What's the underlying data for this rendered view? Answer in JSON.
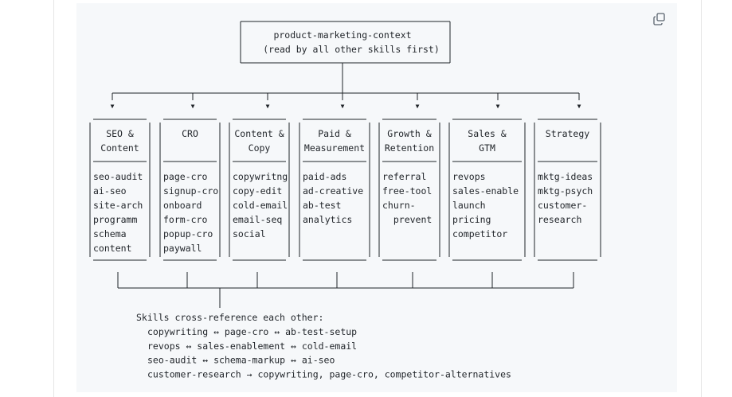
{
  "root": {
    "line1": "product-marketing-context",
    "line2": "(read by all other skills first)"
  },
  "categories": [
    {
      "title": [
        "SEO &",
        "Content"
      ],
      "skills": [
        "seo-audit",
        "ai-seo",
        "site-arch",
        "programm",
        "schema",
        "content"
      ]
    },
    {
      "title": [
        "CRO",
        ""
      ],
      "skills": [
        "page-cro",
        "signup-cro",
        "onboard",
        "form-cro",
        "popup-cro",
        "paywall"
      ]
    },
    {
      "title": [
        "Content &",
        "Copy"
      ],
      "skills": [
        "copywritng",
        "copy-edit",
        "cold-email",
        "email-seq",
        "social"
      ]
    },
    {
      "title": [
        "Paid &",
        "Measurement"
      ],
      "skills": [
        "paid-ads",
        "ad-creative",
        "ab-test",
        "analytics"
      ]
    },
    {
      "title": [
        "Growth &",
        "Retention"
      ],
      "skills": [
        "referral",
        "free-tool",
        "churn-",
        "  prevent"
      ]
    },
    {
      "title": [
        "Sales &",
        "GTM"
      ],
      "skills": [
        "revops",
        "sales-enable",
        "launch",
        "pricing",
        "competitor"
      ]
    },
    {
      "title": [
        "Strategy",
        ""
      ],
      "skills": [
        "mktg-ideas",
        "mktg-psych",
        "customer-",
        "research"
      ]
    }
  ],
  "arrow_glyph": "▼",
  "crossref": {
    "heading": "Skills cross-reference each other:",
    "lines": [
      "copywriting ↔ page-cro ↔ ab-test-setup",
      "revops ↔ sales-enablement ↔ cold-email",
      "seo-audit ↔ schema-markup ↔ ai-seo",
      "customer-research → copywriting, page-cro, competitor-alternatives"
    ]
  },
  "icons": {
    "copy": "copy-icon"
  }
}
